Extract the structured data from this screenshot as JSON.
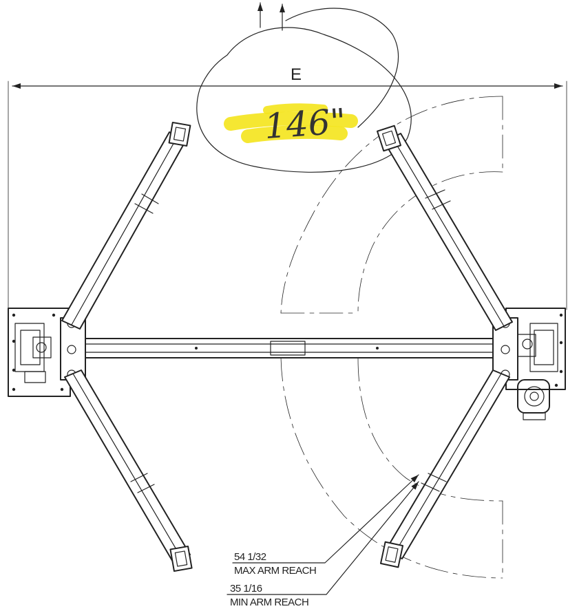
{
  "dimension_label": "E",
  "handwritten_value": "146\"",
  "callouts": {
    "max_arm_reach_value": "54 1/32",
    "max_arm_reach_label": "MAX ARM REACH",
    "min_arm_reach_value": "35 1/16",
    "min_arm_reach_label": "MIN ARM REACH"
  },
  "colors": {
    "ink": "#222222",
    "highlighter": "#f4e41c"
  }
}
